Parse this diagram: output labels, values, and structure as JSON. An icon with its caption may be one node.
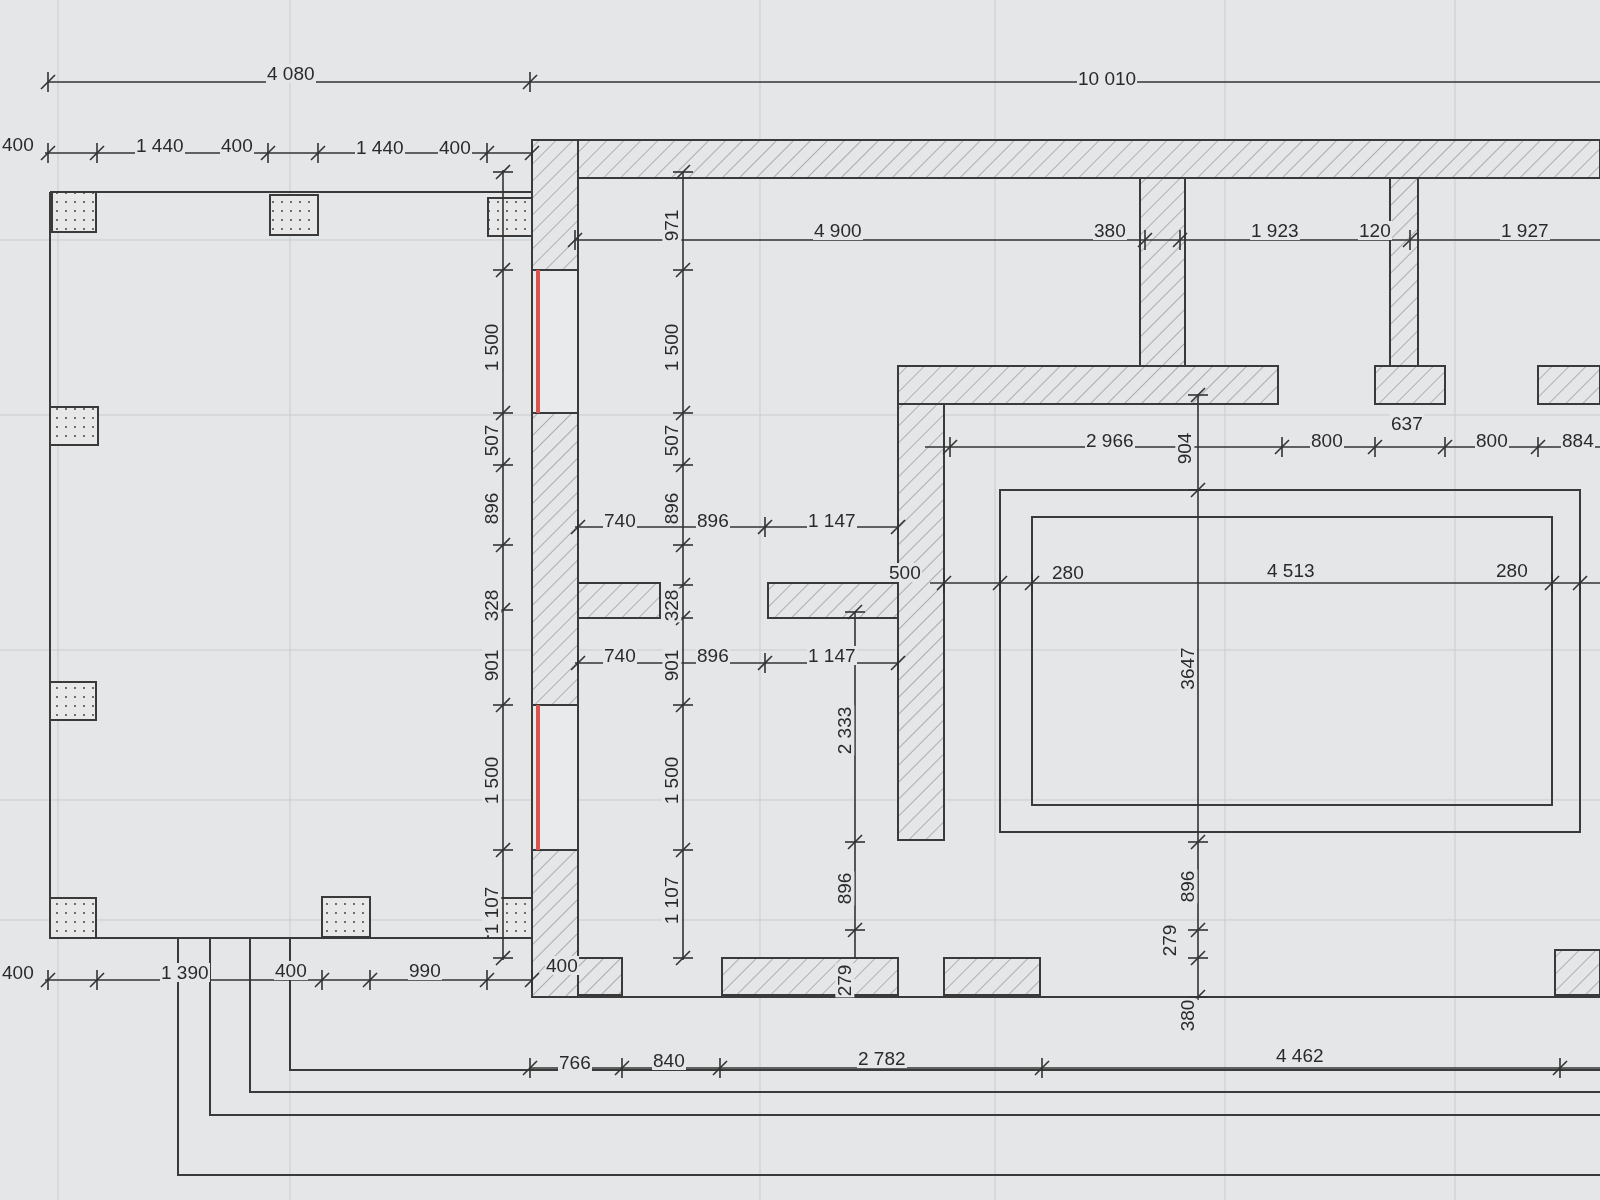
{
  "diagram": {
    "labels": [
      "4 080",
      "10 010",
      "400",
      "1 440",
      "400",
      "1 440",
      "400",
      "971",
      "4 900",
      "380",
      "1 923",
      "120",
      "1 927",
      "1 500",
      "1 500",
      "637",
      "507",
      "507",
      "2 966",
      "904",
      "800",
      "800",
      "884",
      "896",
      "740",
      "896",
      "896",
      "1 147",
      "500",
      "280",
      "4 513",
      "280",
      "328",
      "328",
      "740",
      "901",
      "896",
      "1 147",
      "901",
      "2 333",
      "3647",
      "1 500",
      "1 500",
      "896",
      "896",
      "1 107",
      "1 107",
      "279",
      "400",
      "1 390",
      "400",
      "990",
      "400",
      "279",
      "380",
      "766",
      "840",
      "2 782",
      "4 462"
    ]
  }
}
